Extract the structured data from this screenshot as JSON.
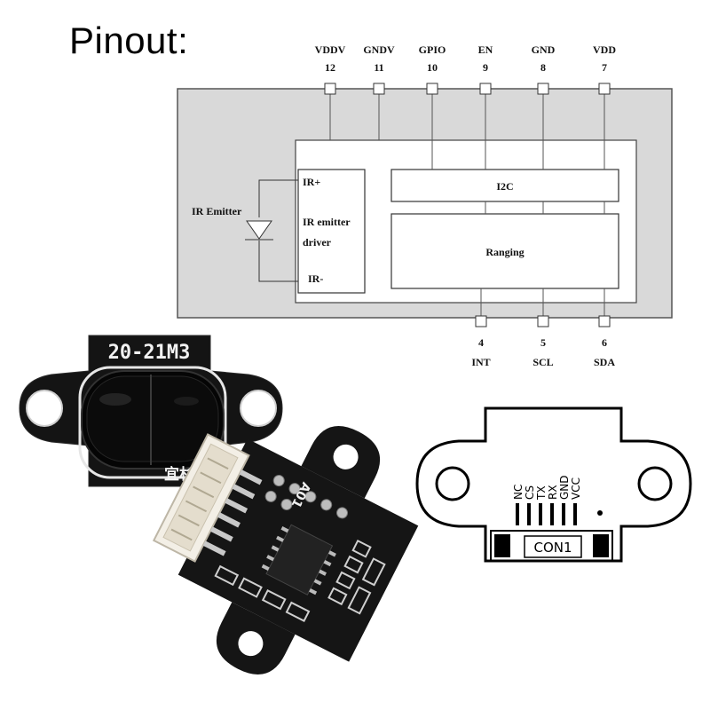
{
  "title": "Pinout:",
  "block_diagram": {
    "top_pins": [
      {
        "name": "VDDV",
        "number": "12"
      },
      {
        "name": "GNDV",
        "number": "11"
      },
      {
        "name": "GPIO",
        "number": "10"
      },
      {
        "name": "EN",
        "number": "9"
      },
      {
        "name": "GND",
        "number": "8"
      },
      {
        "name": "VDD",
        "number": "7"
      }
    ],
    "bottom_pins": [
      {
        "name": "INT",
        "number": "4"
      },
      {
        "name": "SCL",
        "number": "5"
      },
      {
        "name": "SDA",
        "number": "6"
      }
    ],
    "ir_emitter_label": "IR Emitter",
    "driver": {
      "ir_plus": "IR+",
      "line1": "IR emitter",
      "line2": "driver",
      "ir_minus": "IR-"
    },
    "i2c_label": "I2C",
    "ranging_label": "Ranging"
  },
  "module_front": {
    "silkscreen_top": "20-21M3",
    "silkscreen_bottom": "宜杉"
  },
  "module_back": {
    "silkscreen": "A01"
  },
  "footprint": {
    "pins": [
      "NC",
      "CS",
      "TX",
      "RX",
      "GND",
      "VCC"
    ],
    "connector_label": "CON1"
  }
}
